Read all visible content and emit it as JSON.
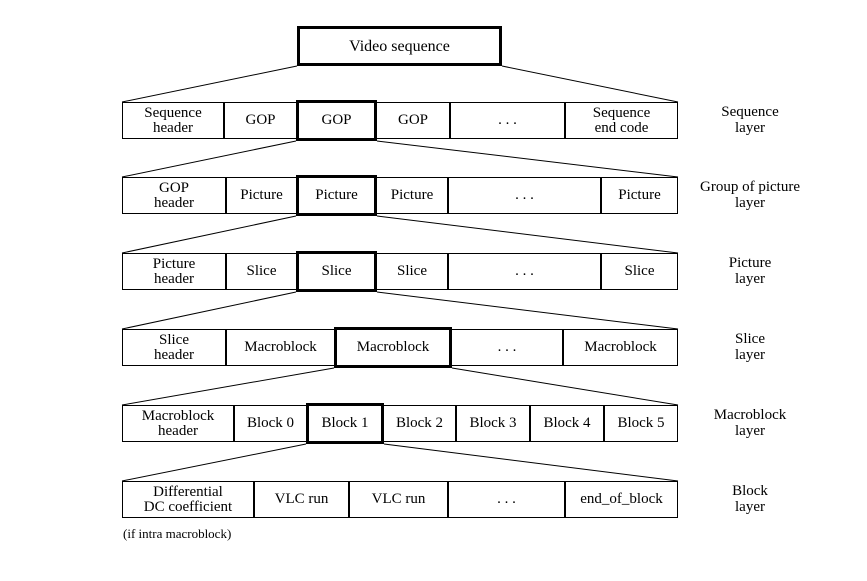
{
  "diagram": {
    "top": "Video sequence",
    "layers": [
      {
        "cells": [
          "Sequence\nheader",
          "GOP",
          "GOP",
          "GOP",
          ". . .",
          "Sequence\nend code"
        ],
        "label": "Sequence\nlayer",
        "highlight": 2
      },
      {
        "cells": [
          "GOP\nheader",
          "Picture",
          "Picture",
          "Picture",
          ". . .",
          "Picture"
        ],
        "label": "Group of picture\nlayer",
        "highlight": 2
      },
      {
        "cells": [
          "Picture\nheader",
          "Slice",
          "Slice",
          "Slice",
          ". . .",
          "Slice"
        ],
        "label": "Picture\nlayer",
        "highlight": 2
      },
      {
        "cells": [
          "Slice\nheader",
          "Macroblock",
          "Macroblock",
          ". . .",
          "Macroblock"
        ],
        "label": "Slice\nlayer",
        "highlight": 2
      },
      {
        "cells": [
          "Macroblock\nheader",
          "Block 0",
          "Block 1",
          "Block 2",
          "Block 3",
          "Block 4",
          "Block 5"
        ],
        "label": "Macroblock\nlayer",
        "highlight": 2
      },
      {
        "cells": [
          "Differential\nDC coefficient",
          "VLC run",
          "VLC run",
          ". . .",
          "end_of_block"
        ],
        "label": "Block\nlayer",
        "highlight": -1
      }
    ],
    "note": "(if intra macroblock)"
  }
}
